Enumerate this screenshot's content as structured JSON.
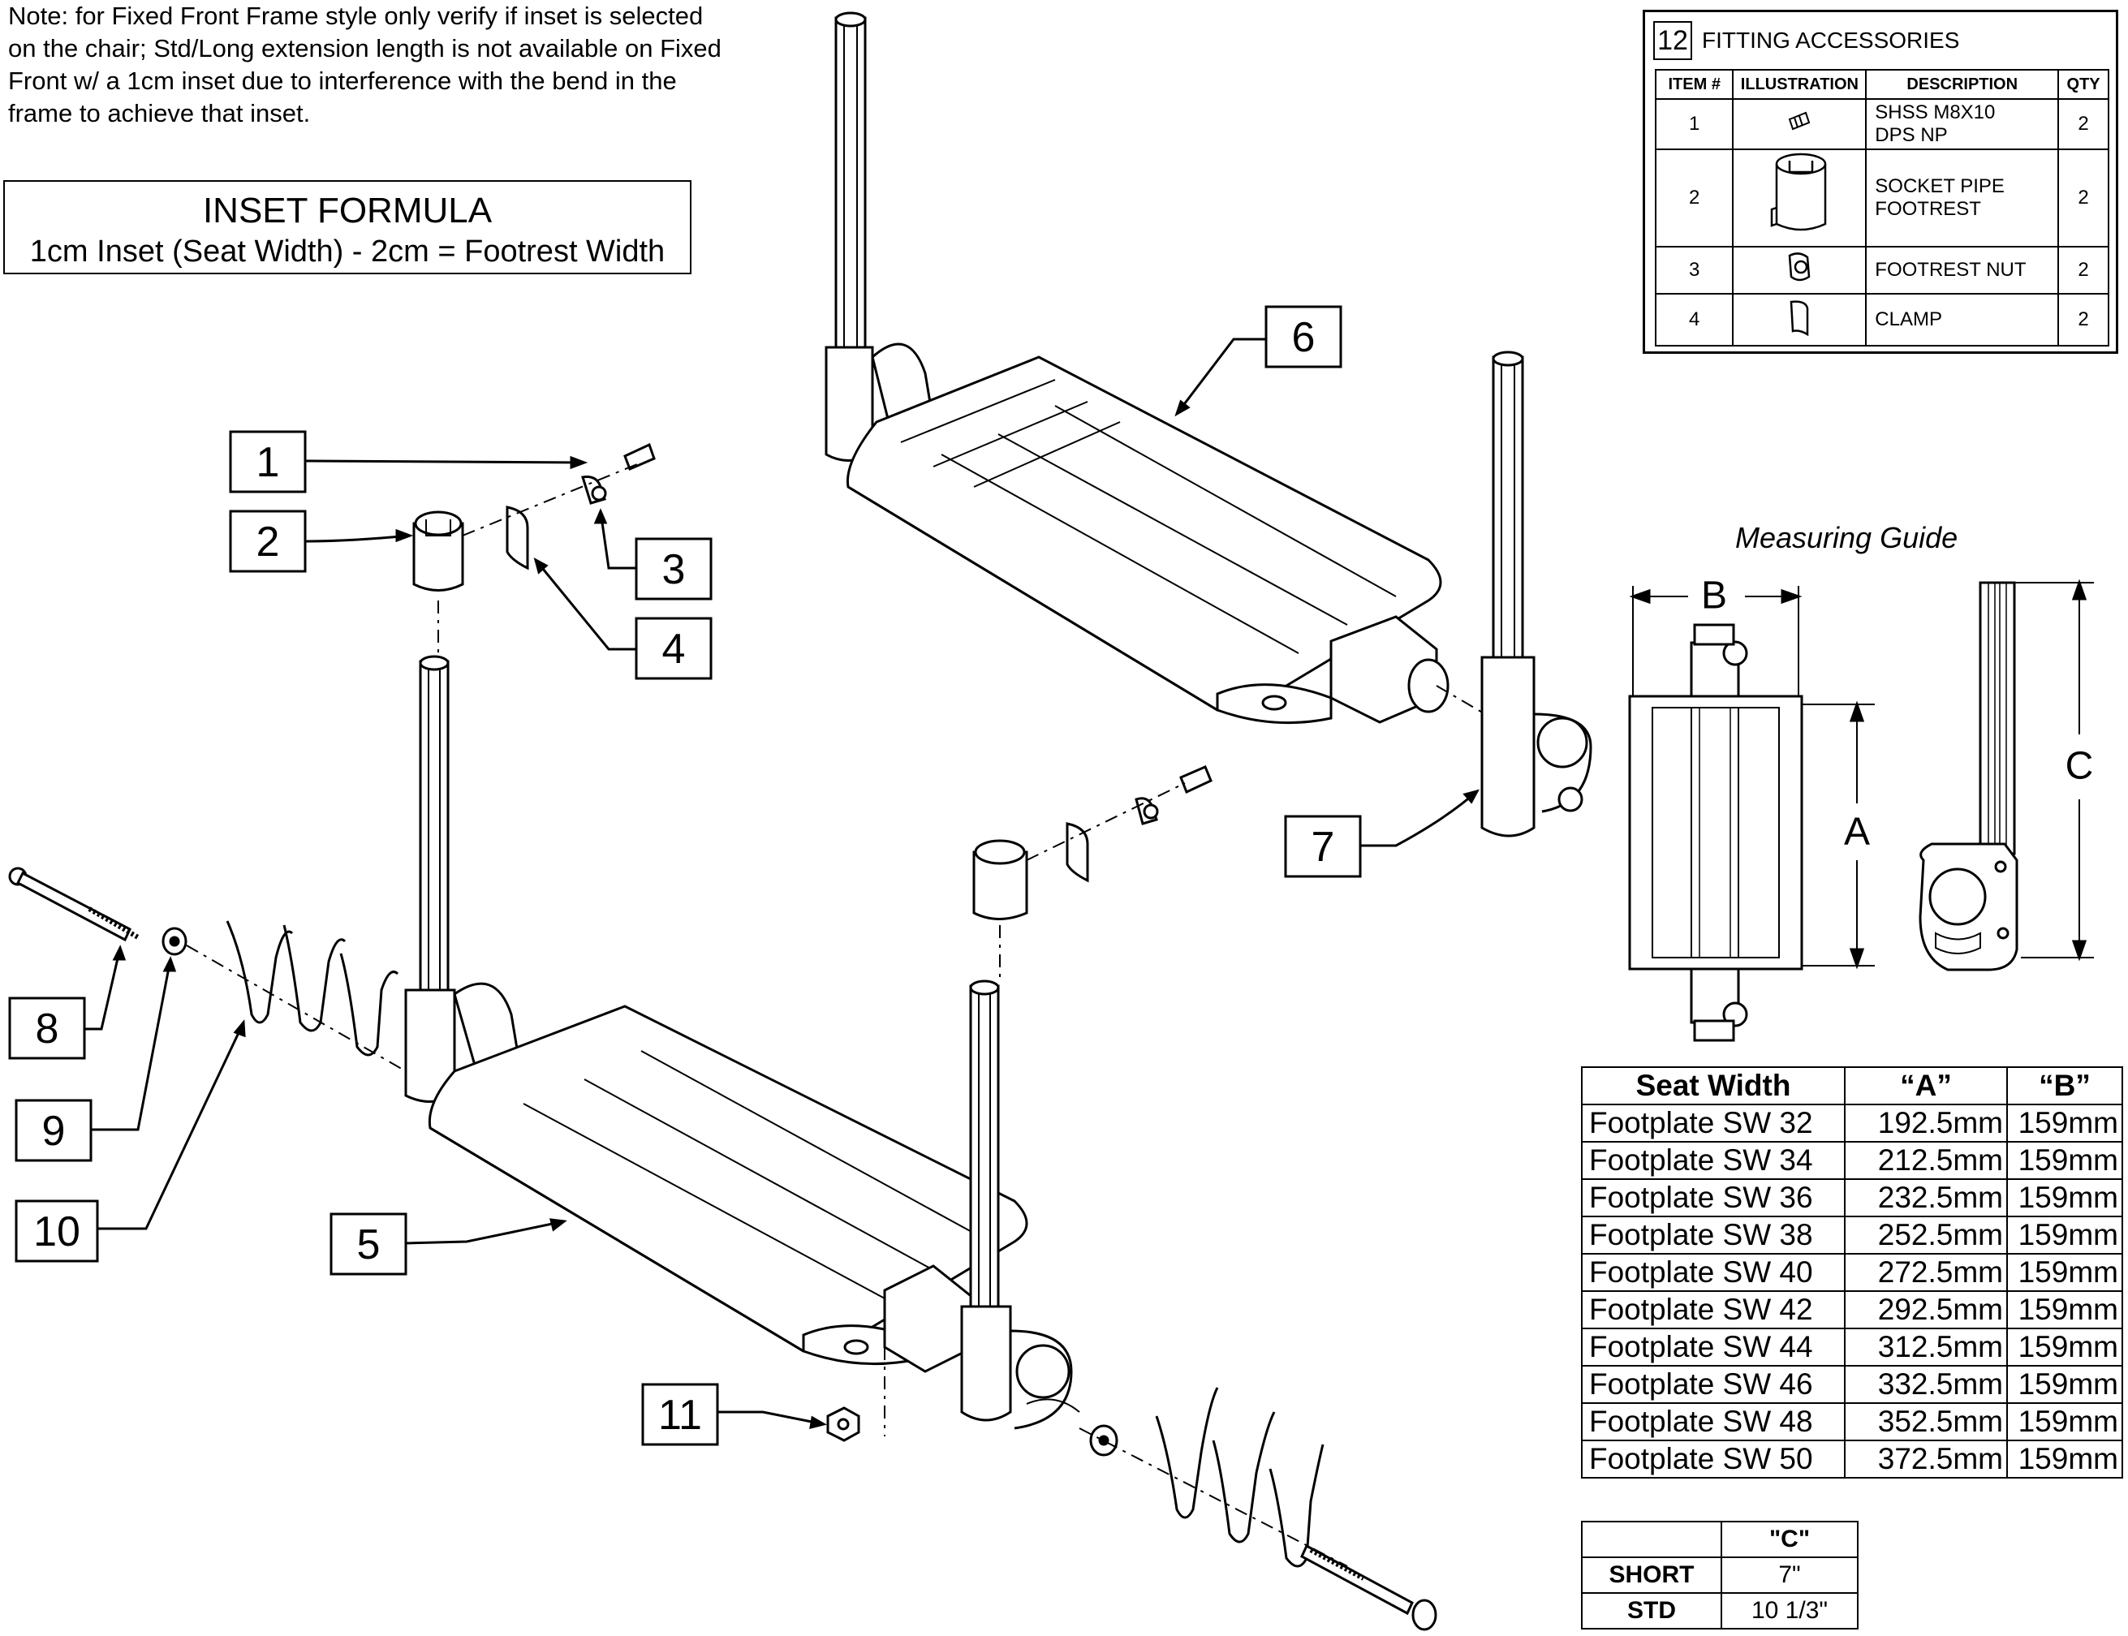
{
  "note": "Note: for Fixed Front Frame style only verify if inset is selected\non the chair; Std/Long extension length is not available on Fixed\nFront w/ a 1cm inset due to interference with the bend in the\nframe to achieve that inset.",
  "inset_formula": {
    "title": "INSET FORMULA",
    "formula": "1cm Inset (Seat Width) - 2cm = Footrest Width"
  },
  "callouts": [
    "1",
    "2",
    "3",
    "4",
    "5",
    "6",
    "7",
    "8",
    "9",
    "10",
    "11"
  ],
  "fitting_accessories": {
    "item_number": "12",
    "title": "FITTING ACCESSORIES",
    "headers": [
      "ITEM #",
      "ILLUSTRATION",
      "DESCRIPTION",
      "QTY"
    ],
    "rows": [
      {
        "item": "1",
        "icon": "set-screw-icon",
        "description": "SHSS M8X10\nDPS NP",
        "qty": "2"
      },
      {
        "item": "2",
        "icon": "socket-pipe-icon",
        "description": "SOCKET PIPE\nFOOTREST",
        "qty": "2"
      },
      {
        "item": "3",
        "icon": "footrest-nut-icon",
        "description": "FOOTREST NUT",
        "qty": "2"
      },
      {
        "item": "4",
        "icon": "clamp-icon",
        "description": "CLAMP",
        "qty": "2"
      }
    ]
  },
  "measuring_guide": {
    "title": "Measuring Guide",
    "labels": {
      "a": "A",
      "b": "B",
      "c": "C"
    }
  },
  "seat_width_table": {
    "headers": [
      "Seat Width",
      "“A”",
      "“B”"
    ],
    "rows": [
      [
        "Footplate SW 32",
        "192.5mm",
        "159mm"
      ],
      [
        "Footplate SW 34",
        "212.5mm",
        "159mm"
      ],
      [
        "Footplate SW 36",
        "232.5mm",
        "159mm"
      ],
      [
        "Footplate SW 38",
        "252.5mm",
        "159mm"
      ],
      [
        "Footplate SW 40",
        "272.5mm",
        "159mm"
      ],
      [
        "Footplate SW 42",
        "292.5mm",
        "159mm"
      ],
      [
        "Footplate SW 44",
        "312.5mm",
        "159mm"
      ],
      [
        "Footplate SW 46",
        "332.5mm",
        "159mm"
      ],
      [
        "Footplate SW 48",
        "352.5mm",
        "159mm"
      ],
      [
        "Footplate SW 50",
        "372.5mm",
        "159mm"
      ]
    ]
  },
  "c_table": {
    "header": "\"C\"",
    "rows": [
      [
        "SHORT",
        "7\""
      ],
      [
        "STD",
        "10 1/3\""
      ]
    ]
  }
}
